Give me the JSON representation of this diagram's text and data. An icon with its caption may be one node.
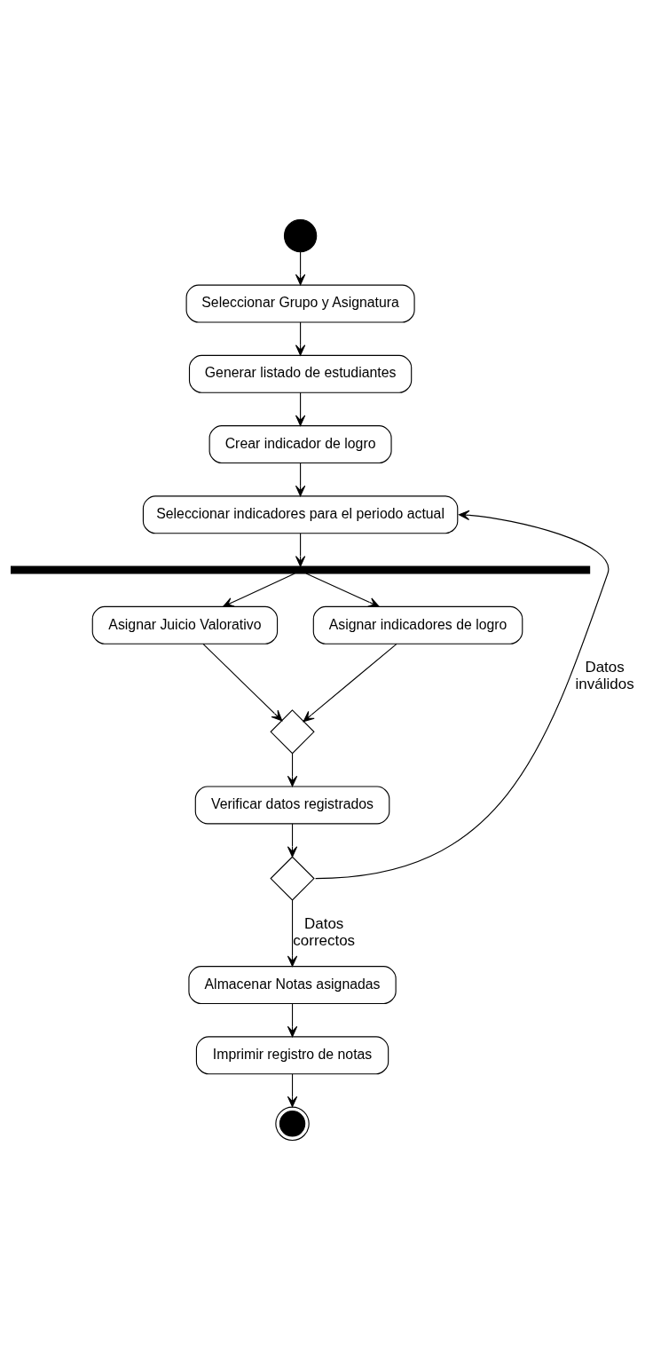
{
  "diagram": {
    "nodes": [
      {
        "text": [],
        "shape": "circle"
      },
      {
        "text": [
          "Seleccionar Grupo y Asignatura"
        ]
      },
      {
        "text": [
          "Generar listado de estudiantes"
        ]
      },
      {
        "text": [
          "Crear indicador de logro"
        ]
      },
      {
        "text": [
          "Seleccionar indicadores para el periodo actual"
        ]
      },
      {
        "text": [],
        "shape": "bar"
      },
      {
        "text": [
          "Asignar Juicio Valorativo"
        ]
      },
      {
        "text": [
          "Asignar indicadores de logro"
        ]
      },
      {
        "text": [],
        "shape": "diamond"
      },
      {
        "text": [
          "Verificar datos registrados"
        ]
      },
      {
        "text": [],
        "shape": "diamond"
      },
      {
        "text": [
          "Almacenar Notas asignadas"
        ]
      },
      {
        "text": [
          "Imprimir registro de notas"
        ]
      },
      {
        "text": [],
        "shape": "circle"
      }
    ],
    "edges": [
      {
        "from": 0,
        "to": 1,
        "arrow": "to"
      },
      {
        "from": 1,
        "to": 2,
        "arrow": "to"
      },
      {
        "from": 2,
        "to": 3,
        "arrow": "to"
      },
      {
        "from": 3,
        "to": 4,
        "arrow": "to"
      },
      {
        "from": 4,
        "to": 5,
        "arrow": "to"
      },
      {
        "from": 5,
        "to": 6,
        "arrow": "to"
      },
      {
        "from": 5,
        "to": 7,
        "arrow": "to"
      },
      {
        "from": 6,
        "to": 8,
        "arrow": "to"
      },
      {
        "from": 7,
        "to": 8,
        "arrow": "to"
      },
      {
        "from": 8,
        "to": 9,
        "arrow": "to"
      },
      {
        "from": 9,
        "to": 10,
        "arrow": "to"
      },
      {
        "from": 10,
        "to": 4,
        "label": "Datos inválidos",
        "arrow": "to"
      },
      {
        "from": 10,
        "to": 11,
        "label": "Datos correctos",
        "arrow": "to"
      },
      {
        "from": 11,
        "to": 12,
        "arrow": "to"
      },
      {
        "from": 12,
        "to": 13,
        "arrow": "to"
      }
    ]
  }
}
